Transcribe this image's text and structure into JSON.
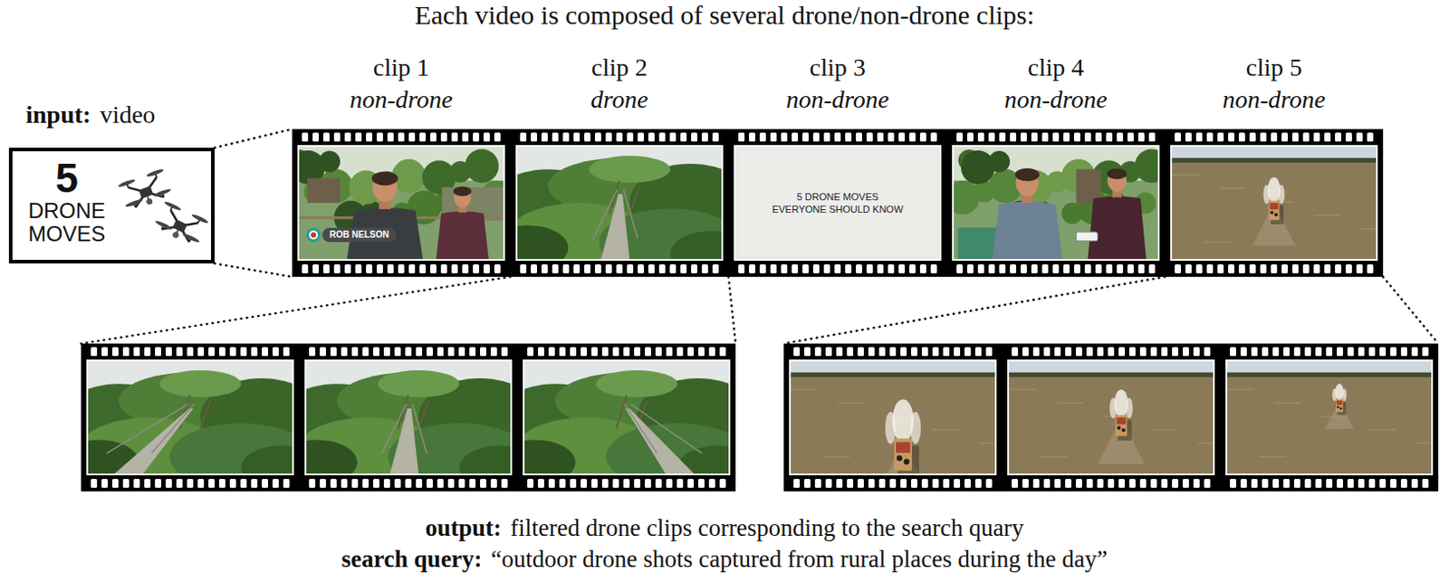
{
  "diagram": {
    "title": "Each video is composed of several drone/non-drone clips:",
    "nodes": [
      {
        "text": [
          "5",
          "DRONE MOVES"
        ]
      },
      {
        "text": [
          "clip 1",
          "non-drone",
          "ROB NELSON"
        ]
      },
      {
        "text": [
          "clip 2",
          "drone"
        ]
      },
      {
        "text": [
          "clip 3",
          "non-drone",
          "5 DRONE MOVES EVERYONE SHOULD KNOW"
        ]
      },
      {
        "text": [
          "clip 4",
          "non-drone"
        ]
      },
      {
        "text": [
          "clip 5",
          "non-drone"
        ]
      }
    ],
    "labels": [
      "input:",
      "video",
      "output:",
      "filtered drone clips corresponding to the search quary",
      "search query:",
      "“outdoor drone shots captured from rural places during the day”"
    ]
  }
}
